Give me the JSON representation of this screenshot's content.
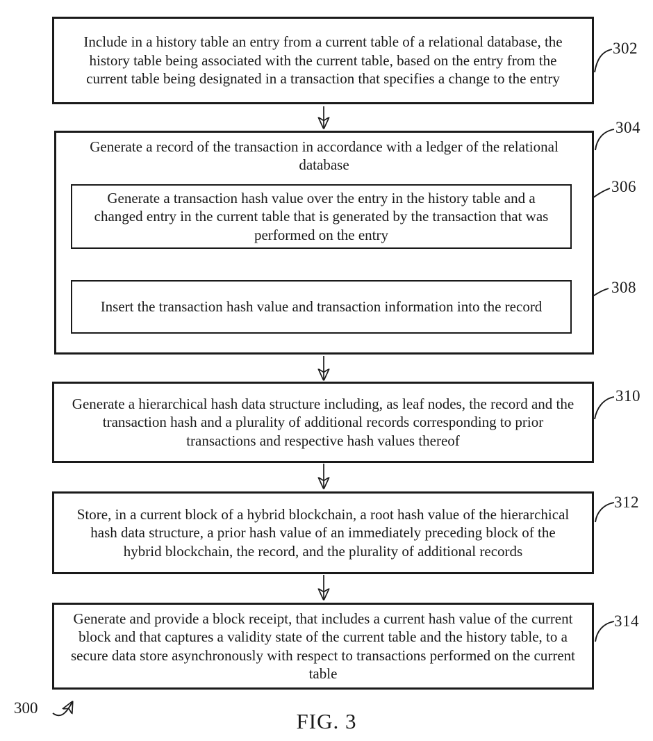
{
  "figure": {
    "caption": "FIG. 3",
    "diagram_ref": "300"
  },
  "colors": {
    "ink": "#1a1a1a",
    "background": "#ffffff"
  },
  "boxes": [
    {
      "ref": "302",
      "text": "Include in a history table an entry from a current table of a relational database, the history table being associated with the current table, based on the entry from the current table being designated in a transaction that specifies a change to the entry"
    },
    {
      "ref": "304",
      "text": "Generate a record of the transaction in accordance with a ledger of the relational database"
    },
    {
      "ref": "306",
      "text": "Generate a transaction hash value over the entry in the history table and a changed entry in the current table that is generated by the transaction that was performed on the entry"
    },
    {
      "ref": "308",
      "text": "Insert the transaction hash value and transaction information into the record"
    },
    {
      "ref": "310",
      "text": "Generate a hierarchical hash data structure including, as leaf nodes, the record and the transaction hash and a plurality of additional records corresponding to prior transactions and respective hash values thereof"
    },
    {
      "ref": "312",
      "text": "Store, in a current block of a hybrid blockchain, a root hash value of the hierarchical hash data structure, a prior hash value of an immediately preceding block of the hybrid blockchain, the record, and the plurality of additional records"
    },
    {
      "ref": "314",
      "text": "Generate and provide a block receipt, that includes a current hash value of the current block and that captures a validity state of the current table and the history table, to a secure data store asynchronously with respect to transactions performed on the current table"
    }
  ]
}
